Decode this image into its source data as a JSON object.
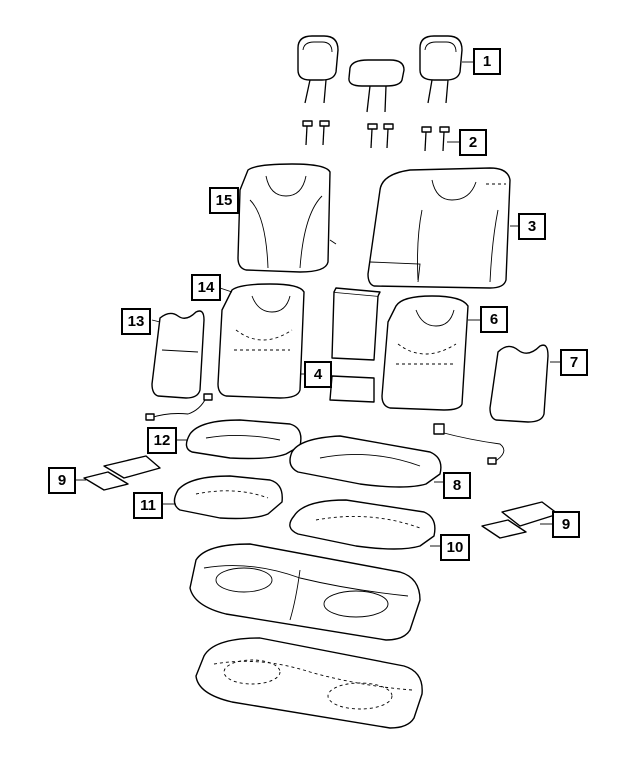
{
  "diagram": {
    "callouts": [
      {
        "id": "c1",
        "label": "1"
      },
      {
        "id": "c2",
        "label": "2"
      },
      {
        "id": "c3",
        "label": "3"
      },
      {
        "id": "c4",
        "label": "4"
      },
      {
        "id": "c5",
        "label": "6"
      },
      {
        "id": "c6",
        "label": "7"
      },
      {
        "id": "c7",
        "label": "8"
      },
      {
        "id": "c8",
        "label": "9"
      },
      {
        "id": "c9",
        "label": "9"
      },
      {
        "id": "c10",
        "label": "10"
      },
      {
        "id": "c11",
        "label": "11"
      },
      {
        "id": "c12",
        "label": "12"
      },
      {
        "id": "c13",
        "label": "13"
      },
      {
        "id": "c14",
        "label": "14"
      },
      {
        "id": "c15",
        "label": "15"
      }
    ]
  }
}
